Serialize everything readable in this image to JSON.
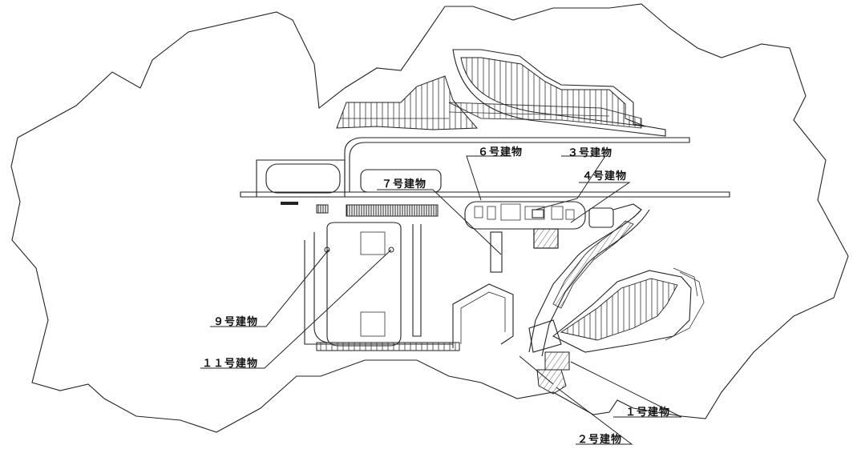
{
  "map": {
    "labels": {
      "building_1": "１号建物",
      "building_2": "２号建物",
      "building_3": "３号建物",
      "building_4": "４号建物",
      "building_6": "６号建物",
      "building_7": "７号建物",
      "building_9": "９号建物",
      "building_11": "１１号建物"
    }
  }
}
